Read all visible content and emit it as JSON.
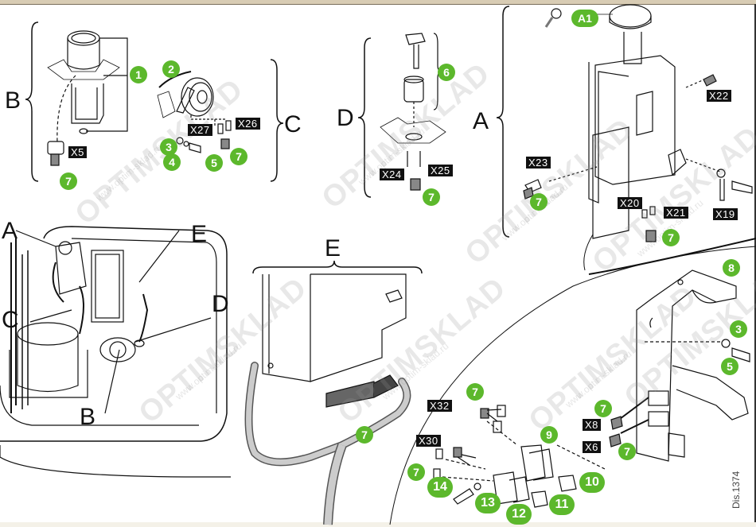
{
  "diagram": {
    "title": "Exploded parts diagram — electrical components",
    "drawing_id": "Dis.1374",
    "watermark": {
      "brand": "OPTIMSKLAD",
      "url": "www.optim-sklad.ru"
    },
    "colors": {
      "badge": "#5cb82c",
      "tag_bg": "#111111",
      "line": "#111111",
      "border_top": "#d8ccb4"
    },
    "groups": {
      "B_top": "B",
      "C_top": "C",
      "D_top": "D",
      "A_top": "A",
      "E_mid": "E",
      "A_over": "A",
      "C_over": "C",
      "E_over": "E",
      "D_over": "D",
      "B_over": "B"
    },
    "part_numbers": {
      "p1": "1",
      "p2": "2",
      "p3": "3",
      "p4": "4",
      "p5": "5",
      "p6": "6",
      "p7_b": "7",
      "p7_c": "7",
      "p7_d": "7",
      "p7_a23": "7",
      "p7_a20": "7",
      "p7_e": "7",
      "p7_x32": "7",
      "p7_x30": "7",
      "p7_x8": "7",
      "p7_x6": "7",
      "a1": "A1",
      "p8": "8",
      "p3_r": "3",
      "p5_r": "5",
      "p9": "9",
      "p10": "10",
      "p11": "11",
      "p12": "12",
      "p13": "13",
      "p14": "14"
    },
    "connectors": {
      "x5": "X5",
      "x26": "X26",
      "x27": "X27",
      "x24": "X24",
      "x25": "X25",
      "x22": "X22",
      "x23": "X23",
      "x20": "X20",
      "x21": "X21",
      "x19": "X19",
      "x32": "X32",
      "x30": "X30",
      "x8": "X8",
      "x6": "X6"
    }
  }
}
